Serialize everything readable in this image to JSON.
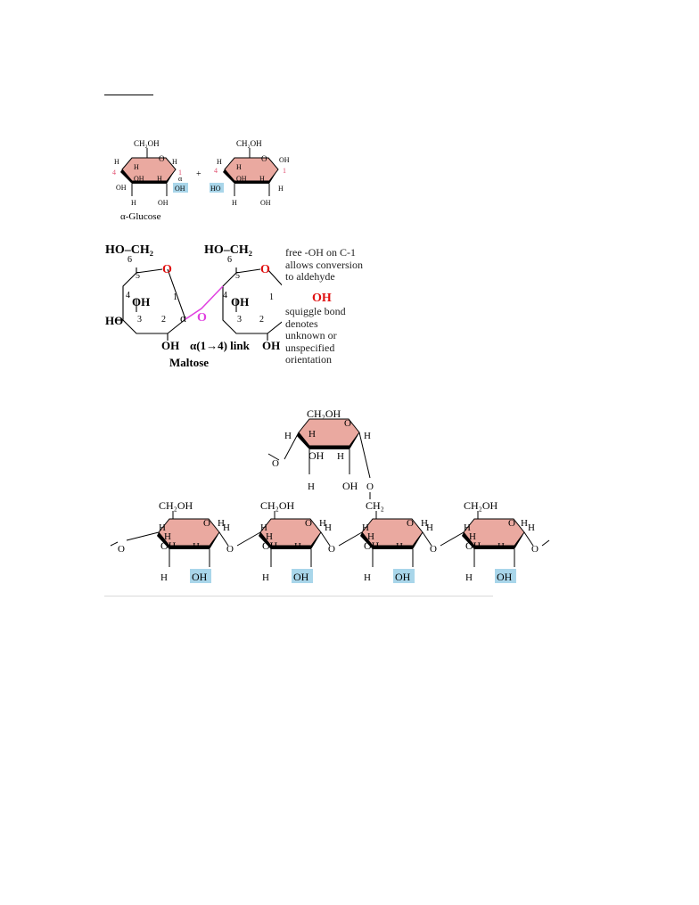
{
  "colors": {
    "ring_fill": "#eaa9a0",
    "highlight": "#a9d6ea",
    "bond_pink": "#e040e0",
    "oxygen_red": "#e01010",
    "squiggle_blue": "#1010c0",
    "carbon_number_pink": "#e05070"
  },
  "glucose": {
    "label": "α-Glucose",
    "plus": "+",
    "ch2oh": "CH₂OH",
    "o": "O",
    "h": "H",
    "oh": "OH",
    "ho": "HO",
    "alpha": "α",
    "c4": "4",
    "c1": "1"
  },
  "maltose": {
    "ho_ch2": "HO–CH₂",
    "c1": "1",
    "c2": "2",
    "c3": "3",
    "c4": "4",
    "c5": "5",
    "c6": "6",
    "o": "O",
    "oh": "OH",
    "ho": "HO",
    "alpha": "α",
    "link_label": "α(1→4) link",
    "name": "Maltose",
    "free_oh_note": [
      "free -OH on C-1",
      "allows conversion",
      "to aldehyde"
    ],
    "squiggle_note": [
      "squiggle bond",
      "denotes",
      "unknown  or",
      "unspecified",
      "orientation"
    ]
  },
  "glycogen": {
    "ch2oh": "CH₂OH",
    "ch2": "CH₂",
    "h": "H",
    "oh": "OH",
    "o": "O"
  }
}
